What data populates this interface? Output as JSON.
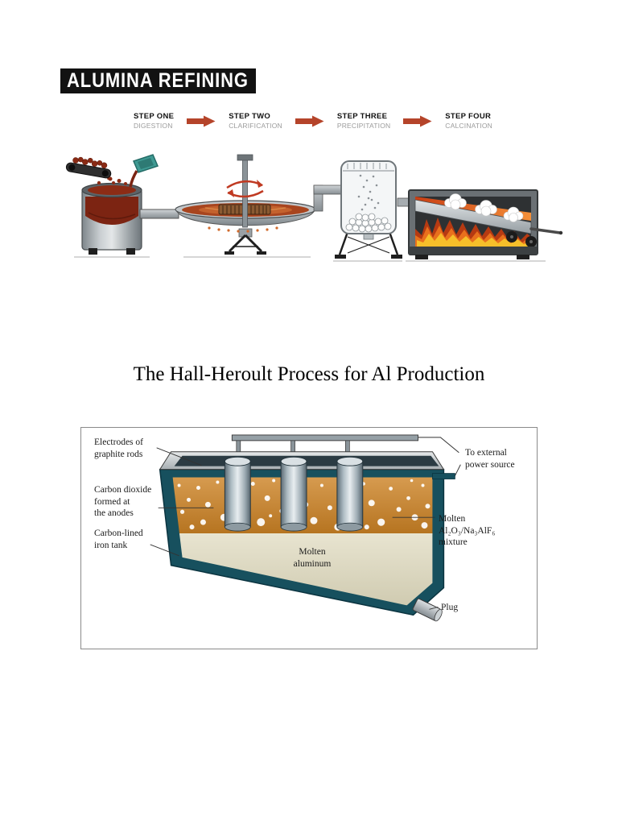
{
  "alumina": {
    "title": "ALUMINA REFINING",
    "steps": [
      {
        "name": "STEP ONE",
        "desc": "DIGESTION"
      },
      {
        "name": "STEP TWO",
        "desc": "CLARIFICATION"
      },
      {
        "name": "STEP THREE",
        "desc": "PRECIPITATION"
      },
      {
        "name": "STEP FOUR",
        "desc": "CALCINATION"
      }
    ]
  },
  "hall": {
    "title": "The Hall-Heroult Process for Al Production",
    "labels": {
      "electrodes": "Electrodes of\ngraphite rods",
      "co2": "Carbon dioxide\nformed at\nthe anodes",
      "tank": "Carbon-lined\niron tank",
      "power": "To external\npower source",
      "mixture": "Molten\nAl₂O₃/Na₃AlF₆\nmixture",
      "aluminum": "Molten\naluminum",
      "plug": "Plug"
    }
  },
  "colors": {
    "accent-arrow": "#b5442a",
    "banner-bg": "#121212",
    "tank-teal": "#17505e",
    "molten-orange": "#c8883a",
    "aluminum-beige": "#d9d4bb",
    "flame-orange": "#e8701d"
  }
}
